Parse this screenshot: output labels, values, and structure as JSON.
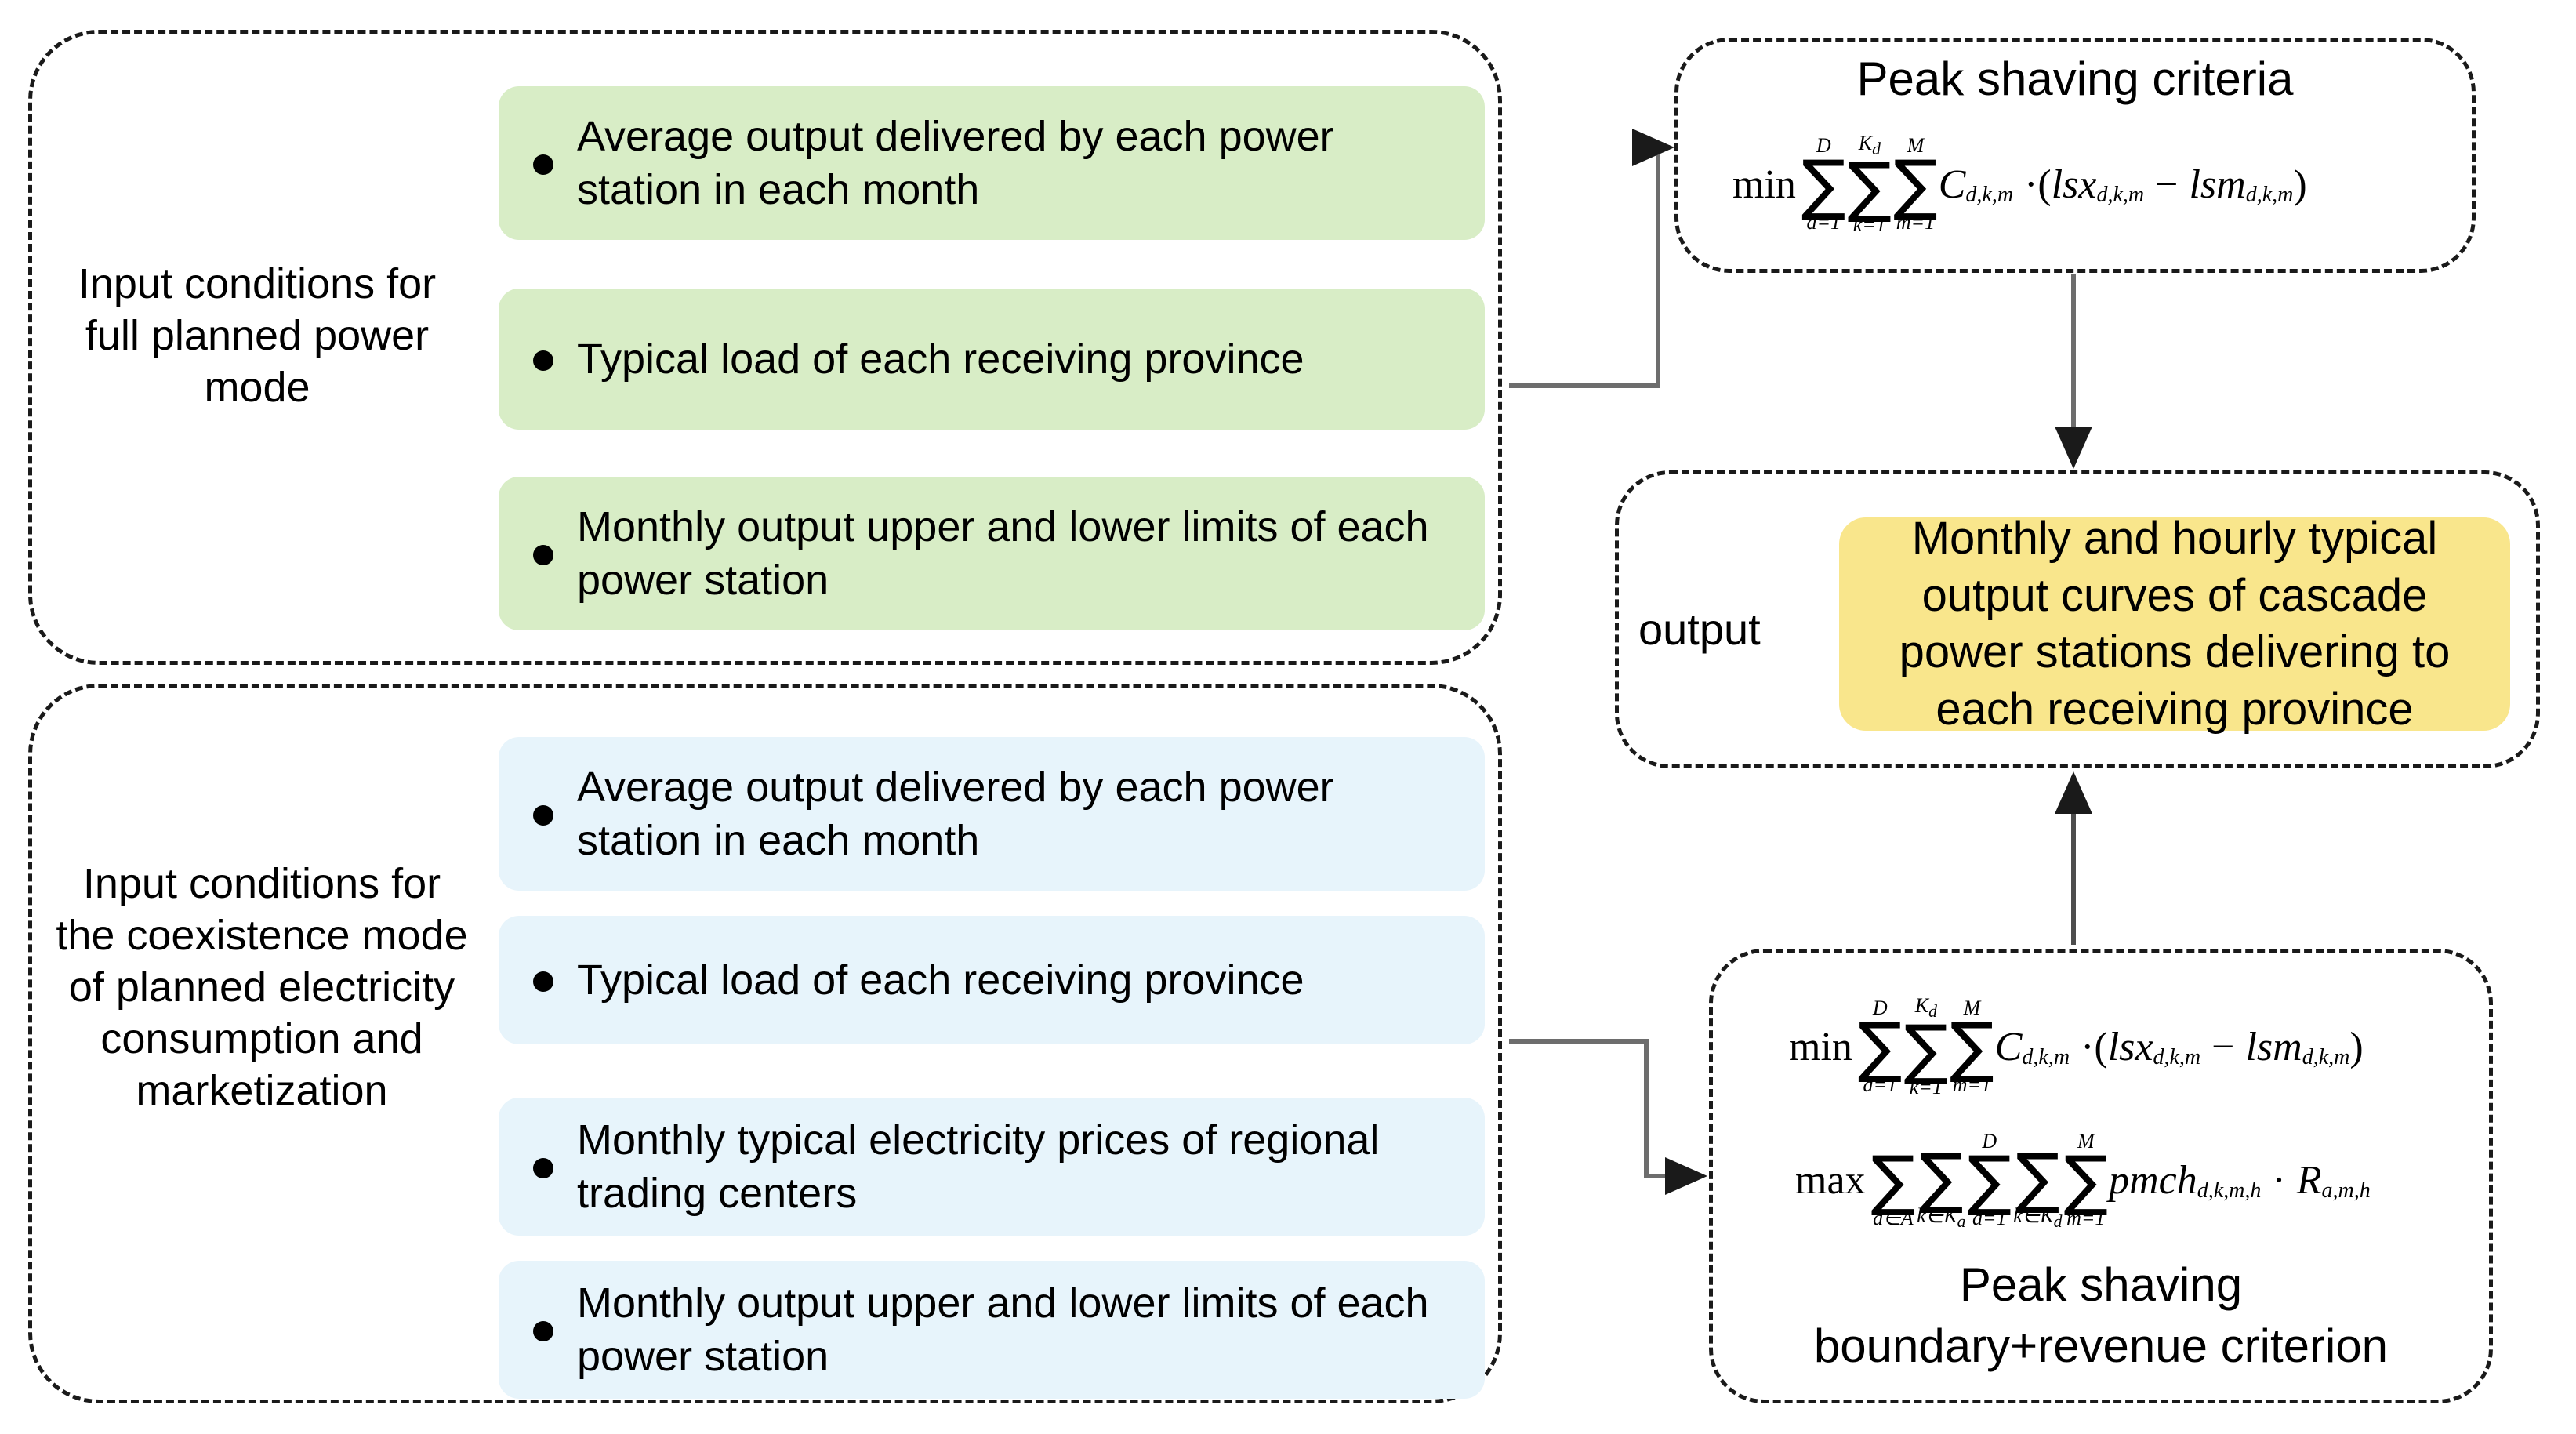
{
  "diagram": {
    "groups": [
      {
        "label": "Input conditions for full planned power mode",
        "accent": "#d8edc6",
        "items": [
          "Average output delivered by each power station in each month",
          "Typical load of each receiving province",
          "Monthly output upper and lower limits of each power station"
        ]
      },
      {
        "label": "Input conditions for the coexistence mode of planned electricity consumption and marketization",
        "accent": "#e7f4fb",
        "items": [
          "Average output delivered by each power station in each month",
          "Typical load of each receiving province",
          "Monthly typical electricity prices of regional trading centers",
          "Monthly output upper and lower limits of each power station"
        ]
      }
    ],
    "criteria_box": {
      "title": "Peak shaving criteria",
      "formula_text": "min ∑(d=1..D) ∑(k=1..K_d) ∑(m=1..M) C_{d,k,m} · ( lsx_{d,k,m} − lsm_{d,k,m} )",
      "operator": "min",
      "sums": [
        {
          "upper": "D",
          "lower": "d=1"
        },
        {
          "upper": "Kₙ",
          "lower": "k=1"
        },
        {
          "upper": "M",
          "lower": "m=1"
        }
      ]
    },
    "boundary_box": {
      "title_line1": "Peak shaving",
      "title_line2": "boundary+revenue criterion",
      "formula_min_text": "min ∑(d=1..D) ∑(k=1..K_d) ∑(m=1..M) C_{d,k,m} · ( lsx_{d,k,m} − lsm_{d,k,m} )",
      "formula_max_text": "max ∑(a∈A) ∑(k∈K_a) ∑(d=1..D) ∑(k∈K_d) ∑(m=1..M) pmch_{d,k,m,h} · R_{a,m,h}"
    },
    "output_box": {
      "label": "output",
      "text": "Monthly and hourly typical output curves of cascade power stations delivering to each receiving province",
      "accent": "#f9e68c"
    },
    "symbols": {
      "min": "min",
      "max": "max",
      "sigma": "∑",
      "dot": "·",
      "minus": "−",
      "lparen": "(",
      "rparen": ")",
      "C": "C",
      "lsx": "lsx",
      "lsm": "lsm",
      "pmch": "pmch",
      "R": "R",
      "sub_dkm": "d,k,m",
      "sub_dkmh": "d,k,m,h",
      "sub_amh": "a,m,h",
      "upper_D": "D",
      "upper_Kd": "K",
      "upper_Kd_sub": "d",
      "upper_Ka_sub": "a",
      "upper_M": "M",
      "lower_d1": "d=1",
      "lower_k1": "k=1",
      "lower_m1": "m=1",
      "lower_aA": "a∈A",
      "lower_kKa": "k∈K",
      "lower_kKd": "k∈K"
    }
  }
}
